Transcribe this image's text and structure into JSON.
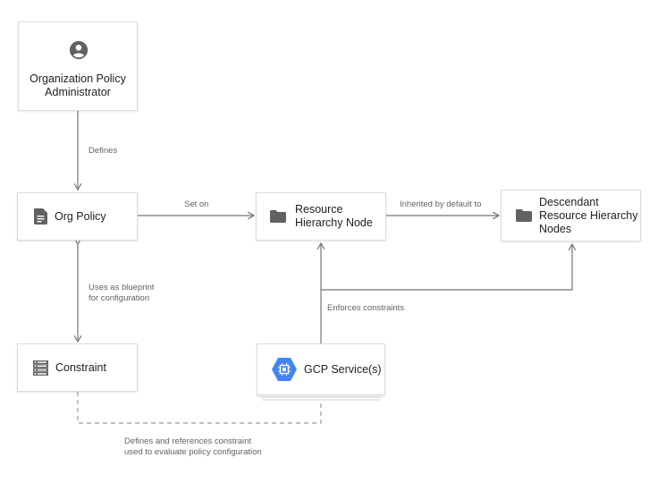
{
  "nodes": {
    "admin": "Organization Policy Administrator",
    "org_policy": "Org Policy",
    "resource_node": "Resource Hierarchy Node",
    "descendant": "Descendant Resource Hierarchy Nodes",
    "constraint": "Constraint",
    "gcp_service": "GCP Service(s)"
  },
  "edges": {
    "defines": "Defines",
    "set_on": "Set on",
    "inherited": "Inherited by default to",
    "uses_blueprint_1": "Uses as blueprint",
    "uses_blueprint_2": "for configuration",
    "enforces": "Enforces constraints",
    "defines_refs_1": "Defines and references constraint",
    "defines_refs_2": "used to evaluate policy configuration"
  },
  "icons": {
    "admin": "account-circle-icon",
    "org_policy": "document-icon",
    "resource_node": "folder-icon",
    "descendant": "folder-icon",
    "constraint": "list-icon",
    "gcp_service": "compute-chip-icon"
  },
  "colors": {
    "gcp_blue": "#4285f4",
    "icon_gray": "#616161",
    "line": "#757575"
  }
}
